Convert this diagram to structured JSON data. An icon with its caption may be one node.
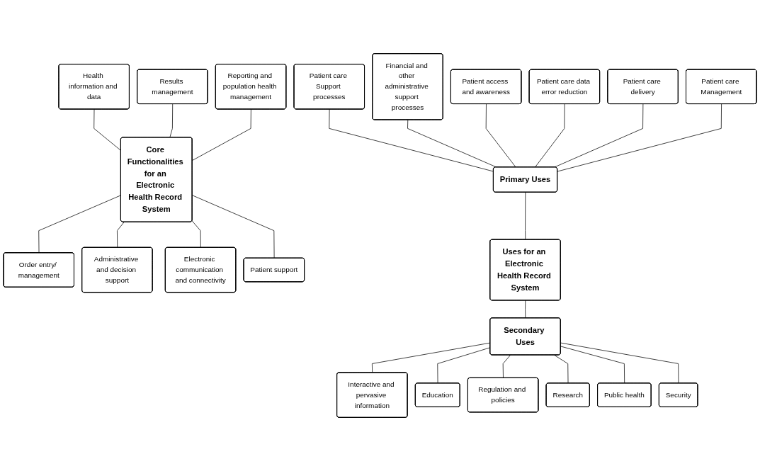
{
  "diagram": {
    "nodes": [
      {
        "text": [
          "Core Functionalities for an Electronic Health Record System"
        ]
      },
      {
        "text": [
          "Health information and data"
        ]
      },
      {
        "text": [
          "Results management"
        ]
      },
      {
        "text": [
          "Order entry/ management"
        ]
      },
      {
        "text": [
          "Administrative and decision support"
        ]
      },
      {
        "text": [
          "Electronic communication and connectivity"
        ]
      },
      {
        "text": [
          "Patient support"
        ]
      },
      {
        "text": [
          "Reporting and population health management"
        ]
      },
      {
        "text": [
          "Uses for an Electronic Health Record System"
        ]
      },
      {
        "text": [
          "Primary Uses"
        ]
      },
      {
        "text": [
          "Patient care Support processes"
        ]
      },
      {
        "text": [
          "Financial and other administrative support processes"
        ]
      },
      {
        "text": [
          "Patient access and awareness"
        ]
      },
      {
        "text": [
          "Patient care data error reduction"
        ]
      },
      {
        "text": [
          "Patient care delivery"
        ]
      },
      {
        "text": [
          "Patient care Management"
        ]
      },
      {
        "text": [
          "Secondary Uses"
        ]
      },
      {
        "text": [
          "Interactive and pervasive information"
        ]
      },
      {
        "text": [
          "Education"
        ]
      },
      {
        "text": [
          "Regulation and policies"
        ]
      },
      {
        "text": [
          "Research"
        ]
      },
      {
        "text": [
          "Public health"
        ]
      },
      {
        "text": [
          "Security"
        ]
      }
    ],
    "edges": [
      {
        "from": 0,
        "to": 1,
        "arrow": "none"
      },
      {
        "from": 0,
        "to": 2,
        "arrow": "none"
      },
      {
        "from": 0,
        "to": 3,
        "arrow": "none"
      },
      {
        "from": 0,
        "to": 4,
        "arrow": "none"
      },
      {
        "from": 0,
        "to": 5,
        "arrow": "none"
      },
      {
        "from": 0,
        "to": 6,
        "arrow": "none"
      },
      {
        "from": 0,
        "to": 7,
        "arrow": "none"
      },
      {
        "from": 8,
        "to": 9,
        "arrow": "none"
      },
      {
        "from": 9,
        "to": 10,
        "arrow": "none"
      },
      {
        "from": 9,
        "to": 11,
        "arrow": "none"
      },
      {
        "from": 9,
        "to": 12,
        "arrow": "none"
      },
      {
        "from": 9,
        "to": 13,
        "arrow": "none"
      },
      {
        "from": 9,
        "to": 14,
        "arrow": "none"
      },
      {
        "from": 9,
        "to": 15,
        "arrow": "none"
      },
      {
        "from": 8,
        "to": 16,
        "arrow": "none"
      },
      {
        "from": 16,
        "to": 17,
        "arrow": "none"
      },
      {
        "from": 16,
        "to": 18,
        "arrow": "none"
      },
      {
        "from": 16,
        "to": 19,
        "arrow": "none"
      },
      {
        "from": 16,
        "to": 20,
        "arrow": "none"
      },
      {
        "from": 16,
        "to": 21,
        "arrow": "none"
      },
      {
        "from": 16,
        "to": 22,
        "arrow": "none"
      }
    ]
  }
}
